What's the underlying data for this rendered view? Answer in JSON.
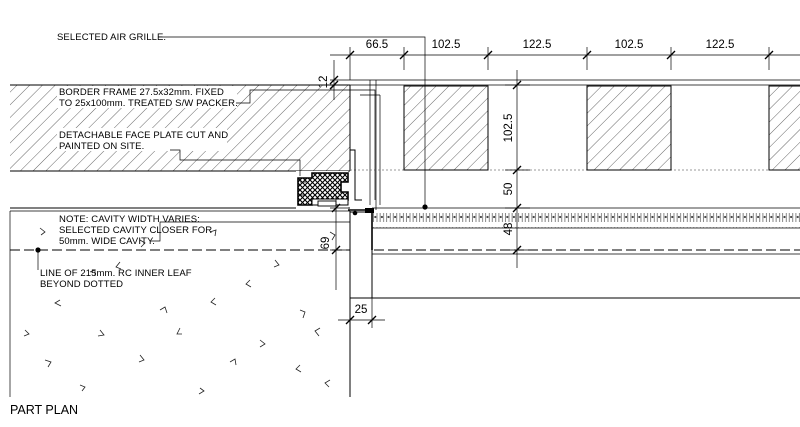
{
  "title": "PART PLAN",
  "annotations": {
    "air_grille": "SELECTED AIR GRILLE.",
    "border_frame_1": "BORDER FRAME 27.5x32mm. FIXED",
    "border_frame_2": "TO 25x100mm. TREATED S/W PACKER.",
    "face_plate_1": "DETACHABLE FACE PLATE  CUT AND",
    "face_plate_2": "PAINTED ON SITE.",
    "cavity_1": "NOTE: CAVITY WIDTH VARIES:",
    "cavity_2": "SELECTED CAVITY CLOSER FOR",
    "cavity_3": "50mm. WIDE CAVITY.",
    "inner_leaf_1": "LINE OF 215mm. RC INNER LEAF",
    "inner_leaf_2": "BEYOND DOTTED"
  },
  "dimensions": {
    "top_1": "66.5",
    "top_2": "102.5",
    "top_3": "122.5",
    "top_4": "102.5",
    "top_5": "122.5",
    "v_12": "12",
    "v_102": "102.5",
    "v_50": "50",
    "v_48": "48",
    "v_69": "69",
    "h_25": "25"
  }
}
